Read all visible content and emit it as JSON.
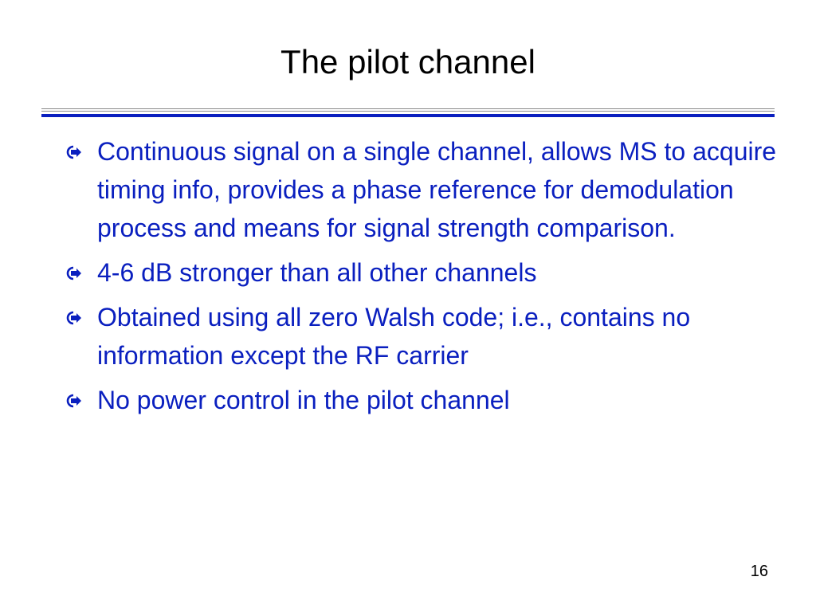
{
  "slide": {
    "title": "The pilot channel",
    "page_number": "16",
    "colors": {
      "bullet_text": "#0a1fbf",
      "title_text": "#000000",
      "rule_thick": "#0a1fbf",
      "rule_thin": "#8a8a8a"
    },
    "bullet_icon": "arrow-right-circle-icon",
    "bullets": [
      "Continuous signal on a single channel, allows MS to acquire timing info, provides a phase reference for demodulation process and means for signal strength comparison.",
      "4-6 dB stronger than all other channels",
      "Obtained using all zero Walsh code; i.e., contains no information except the RF carrier",
      "No power control in the pilot channel"
    ]
  }
}
